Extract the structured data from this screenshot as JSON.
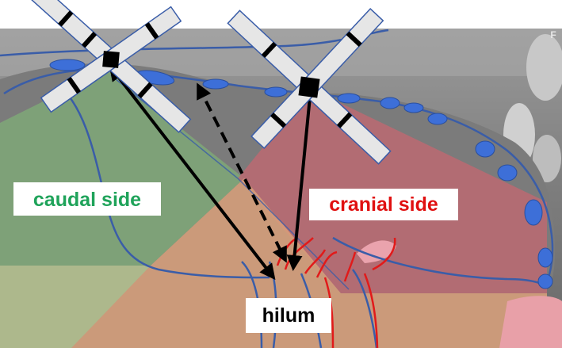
{
  "labels": {
    "caudal": "caudal side",
    "cranial": "cranial side",
    "hilum": "hilum",
    "corner_mark": "F"
  },
  "colors": {
    "background_scan": "#8f8f8f",
    "organ_fill": "#7a7a7a",
    "outline": "#3a5da8",
    "vessel_blue": "#3d6fd8",
    "caudal_zone": "#7fa878",
    "cranial_zone": "#b86a72",
    "hilum_zone": "#d9a07a",
    "red_vessels": "#e11a1a",
    "arrow": "#000000",
    "probe_fill": "#e6e6e6",
    "caudal_text": "#1fa35a",
    "cranial_text": "#e01010",
    "hilum_text": "#000000"
  },
  "icons": {
    "probe_left": "ultrasound-probe-cross-icon",
    "probe_right": "ultrasound-probe-cross-icon"
  }
}
